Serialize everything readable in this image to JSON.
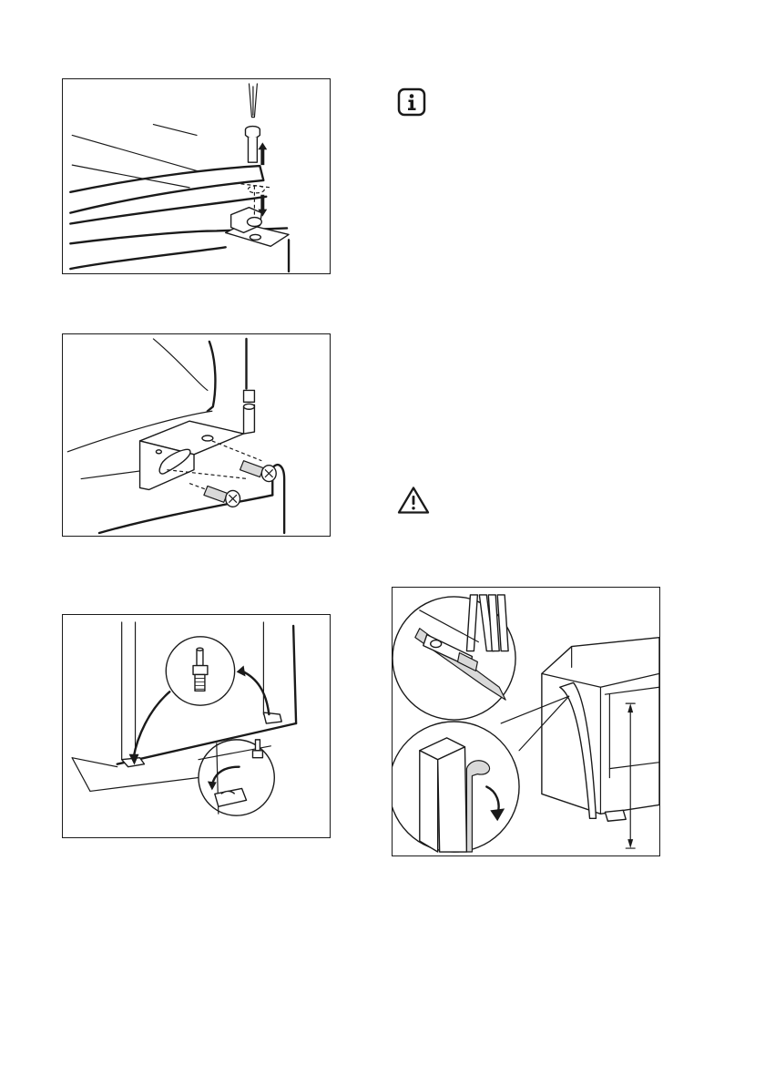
{
  "page": {
    "background": "#ffffff",
    "ink": "#1a1a1a"
  },
  "figures": [
    {
      "name": "hinge-screw-removal-figure",
      "icons": [
        "screwdriver-icon",
        "screw-icon",
        "arrow-up-icon",
        "arrow-down-icon",
        "hinge-pin-icon"
      ]
    },
    {
      "name": "hinge-bracket-mounting-figure",
      "icons": [
        "hinge-bracket-icon",
        "screw-icon"
      ]
    },
    {
      "name": "door-pin-relocation-figure",
      "icons": [
        "pin-detail-icon",
        "curved-arrow-icon"
      ]
    },
    {
      "name": "seal-strip-cutting-figure",
      "icons": [
        "cutter-knife-icon",
        "folding-rule-icon",
        "seal-strip-icon",
        "peel-arrow-icon",
        "cabinet-icon"
      ]
    }
  ],
  "notices": [
    {
      "name": "info-icon",
      "symbol": "i",
      "type": "information"
    },
    {
      "name": "warning-icon",
      "symbol": "!",
      "type": "warning"
    }
  ]
}
